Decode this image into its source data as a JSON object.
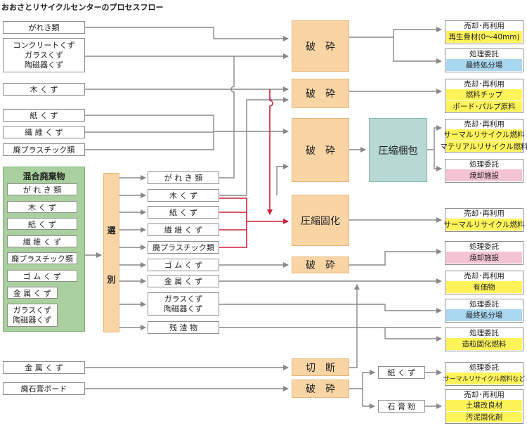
{
  "title": "おおさとリサイクルセンターのプロセスフロー",
  "inputs": {
    "gareki": "がれき類",
    "concrete": "コンクリートくず",
    "glass": "ガラスくず",
    "ceramic": "陶磁器くず",
    "wood": "木 く ず",
    "paper": "紙 く ず",
    "fiber": "繊 維 く ず",
    "plastic": "廃プラスチック類",
    "metal": "金 属 く ず",
    "gypsum": "廃石膏ボード"
  },
  "mixed": {
    "title": "混合廃棄物",
    "items": [
      "が れ き 類",
      "木 く ず",
      "紙 く ず",
      "繊 維 く ず",
      "廃プラスチック類",
      "ゴ ム く ず",
      "金 属 く ず",
      "ガラスくず",
      "陶磁器くず"
    ]
  },
  "sorting": {
    "chars": [
      "選",
      "別"
    ]
  },
  "sorted": {
    "gareki": "が れ き 類",
    "wood": "木 く ず",
    "paper": "紙 く ず",
    "fiber": "繊 維 く ず",
    "plastic": "廃プラスチック類",
    "rubber": "ゴ ム く ず",
    "metal": "金 属 く ず",
    "glass": "ガラスくず",
    "ceramic": "陶磁器くず",
    "residue": "残 渣 物"
  },
  "processes": {
    "crush": "破　砕",
    "compress_solidify": "圧縮固化",
    "compress_pack": "圧縮梱包",
    "cut": "切　断"
  },
  "sub_outputs": {
    "paper": "紙 く ず",
    "gypsum_powder": "石 膏 粉"
  },
  "outputs": [
    {
      "header": "売却･再利用",
      "lines": [
        {
          "text": "再生骨材(0～40mm)",
          "color": "#fff35a"
        }
      ]
    },
    {
      "header": "処理委託",
      "lines": [
        {
          "text": "最終処分場",
          "color": "#a9d7f0"
        }
      ]
    },
    {
      "header": "売却･再利用",
      "lines": [
        {
          "text": "燃料チップ",
          "color": "#fff35a"
        },
        {
          "text": "ボード･パルプ原料",
          "color": "#fff35a"
        }
      ]
    },
    {
      "header": "売却･再利用",
      "lines": [
        {
          "text": "サーマルリサイクル燃料",
          "color": "#fff35a"
        },
        {
          "text": "マテリアルリサイクル燃料",
          "color": "#fff35a"
        }
      ]
    },
    {
      "header": "処理委託",
      "lines": [
        {
          "text": "焼却施設",
          "color": "#f4c3d4"
        }
      ]
    },
    {
      "header": "売却･再利用",
      "lines": [
        {
          "text": "サーマルリサイクル燃料",
          "color": "#fff35a"
        }
      ]
    },
    {
      "header": "処理委託",
      "lines": [
        {
          "text": "焼却施設",
          "color": "#f4c3d4"
        }
      ]
    },
    {
      "header": "売却･再利用",
      "lines": [
        {
          "text": "有価物",
          "color": "#fff35a"
        }
      ]
    },
    {
      "header": "処理委託",
      "lines": [
        {
          "text": "最終処分場",
          "color": "#a9d7f0"
        }
      ]
    },
    {
      "header": "処理委託",
      "lines": [
        {
          "text": "造粒固化燃料",
          "color": "#fff35a"
        }
      ]
    },
    {
      "header": "処理委託",
      "lines": [
        {
          "text": "サーマルリサイクル燃料など",
          "color": "#fff35a"
        }
      ]
    },
    {
      "header": "売却･再利用",
      "lines": [
        {
          "text": "土壌改良材",
          "color": "#fff35a"
        },
        {
          "text": "汚泥固化剤",
          "color": "#fff35a"
        }
      ]
    }
  ],
  "colors": {
    "process": "#f9d5a6",
    "mixed": "#a9d09e",
    "pack": "#b7d9d4",
    "arrow": "#888888",
    "red_arrow": "#d0203a"
  }
}
